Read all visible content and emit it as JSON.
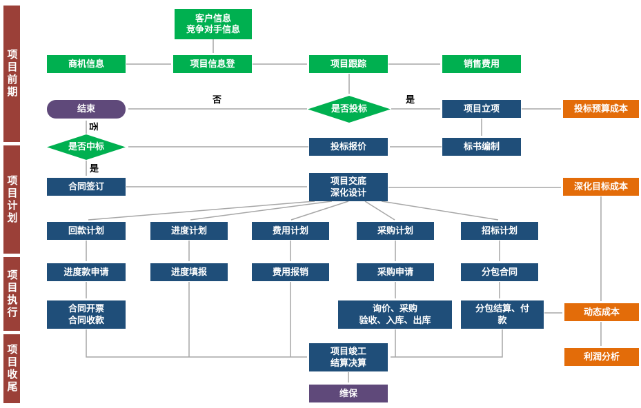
{
  "colors": {
    "phase_bar": "#9B4038",
    "green": "#00B050",
    "blue": "#1F4E79",
    "orange": "#E36C09",
    "purple": "#5F497A",
    "connector": "#A6A6A6",
    "background": "#FFFFFF",
    "branch_label": "#000000"
  },
  "sidebar": {
    "phases": [
      {
        "label": "项目前期"
      },
      {
        "label": "项目计划"
      },
      {
        "label": "项目执行"
      },
      {
        "label": "项目收尾"
      }
    ]
  },
  "labels": {
    "bid_no": "否",
    "bid_yes": "是",
    "win_no": "否",
    "win_yes": "是"
  },
  "nodes": {
    "customer_info": {
      "label": "客户信息\n竞争对手信息",
      "shape": "box",
      "color": "green"
    },
    "opportunity_info": {
      "label": "商机信息",
      "shape": "box",
      "color": "green"
    },
    "project_register": {
      "label": "项目信息登",
      "shape": "box",
      "color": "green"
    },
    "project_tracking": {
      "label": "项目跟踪",
      "shape": "box",
      "color": "green"
    },
    "sales_expense": {
      "label": "销售费用",
      "shape": "box",
      "color": "green"
    },
    "end": {
      "label": "结束",
      "shape": "rounded",
      "color": "purple"
    },
    "bid_decision": {
      "label": "是否投标",
      "shape": "diamond",
      "color": "green"
    },
    "project_approval": {
      "label": "项目立项",
      "shape": "box",
      "color": "blue"
    },
    "bid_budget_cost": {
      "label": "投标预算成本",
      "shape": "box",
      "color": "orange"
    },
    "win_decision": {
      "label": "是否中标",
      "shape": "diamond",
      "color": "green"
    },
    "bid_quote": {
      "label": "投标报价",
      "shape": "box",
      "color": "blue"
    },
    "bid_preparation": {
      "label": "标书编制",
      "shape": "box",
      "color": "blue"
    },
    "contract_signing": {
      "label": "合同签订",
      "shape": "box",
      "color": "blue"
    },
    "project_handover": {
      "label": "项目交底\n深化设计",
      "shape": "box",
      "color": "blue"
    },
    "target_cost": {
      "label": "深化目标成本",
      "shape": "box",
      "color": "orange"
    },
    "payment_plan": {
      "label": "回款计划",
      "shape": "box",
      "color": "blue"
    },
    "schedule_plan": {
      "label": "进度计划",
      "shape": "box",
      "color": "blue"
    },
    "expense_plan": {
      "label": "费用计划",
      "shape": "box",
      "color": "blue"
    },
    "procurement_plan": {
      "label": "采购计划",
      "shape": "box",
      "color": "blue"
    },
    "tender_plan": {
      "label": "招标计划",
      "shape": "box",
      "color": "blue"
    },
    "progress_payment_request": {
      "label": "进度款申请",
      "shape": "box",
      "color": "blue"
    },
    "progress_reporting": {
      "label": "进度填报",
      "shape": "box",
      "color": "blue"
    },
    "expense_reimbursement": {
      "label": "费用报销",
      "shape": "box",
      "color": "blue"
    },
    "purchase_request": {
      "label": "采购申请",
      "shape": "box",
      "color": "blue"
    },
    "subcontract_contract": {
      "label": "分包合同",
      "shape": "box",
      "color": "blue"
    },
    "invoice_collection": {
      "label": "合同开票\n合同收款",
      "shape": "box",
      "color": "blue"
    },
    "inquiry_purchase_warehouse": {
      "label": "询价、采购\n验收、入库、出库",
      "shape": "box",
      "color": "blue"
    },
    "subcontract_settlement": {
      "label": "分包结算、付\n款",
      "shape": "box",
      "color": "blue"
    },
    "project_completion": {
      "label": "项目竣工\n结算决算",
      "shape": "box",
      "color": "blue"
    },
    "dynamic_cost": {
      "label": "动态成本",
      "shape": "box",
      "color": "orange"
    },
    "profit_analysis": {
      "label": "利润分析",
      "shape": "box",
      "color": "orange"
    },
    "maintenance": {
      "label": "维保",
      "shape": "box",
      "color": "purple"
    }
  },
  "edges": [
    {
      "from": "customer_info",
      "to": "project_register"
    },
    {
      "from": "opportunity_info",
      "to": "project_register"
    },
    {
      "from": "project_register",
      "to": "project_tracking"
    },
    {
      "from": "project_tracking",
      "to": "sales_expense"
    },
    {
      "from": "project_tracking",
      "to": "bid_decision"
    },
    {
      "from": "bid_decision",
      "to": "end",
      "label": "否"
    },
    {
      "from": "bid_decision",
      "to": "project_approval",
      "label": "是"
    },
    {
      "from": "project_approval",
      "to": "bid_preparation"
    },
    {
      "from": "project_approval",
      "to": "bid_budget_cost"
    },
    {
      "from": "bid_preparation",
      "to": "bid_quote"
    },
    {
      "from": "bid_quote",
      "to": "win_decision"
    },
    {
      "from": "win_decision",
      "to": "end",
      "label": "否"
    },
    {
      "from": "win_decision",
      "to": "contract_signing",
      "label": "是"
    },
    {
      "from": "contract_signing",
      "to": "project_handover"
    },
    {
      "from": "project_handover",
      "to": "target_cost"
    },
    {
      "from": "project_handover",
      "to": "payment_plan"
    },
    {
      "from": "project_handover",
      "to": "schedule_plan"
    },
    {
      "from": "project_handover",
      "to": "expense_plan"
    },
    {
      "from": "project_handover",
      "to": "procurement_plan"
    },
    {
      "from": "project_handover",
      "to": "tender_plan"
    },
    {
      "from": "payment_plan",
      "to": "progress_payment_request"
    },
    {
      "from": "schedule_plan",
      "to": "progress_reporting"
    },
    {
      "from": "expense_plan",
      "to": "expense_reimbursement"
    },
    {
      "from": "procurement_plan",
      "to": "purchase_request"
    },
    {
      "from": "tender_plan",
      "to": "subcontract_contract"
    },
    {
      "from": "progress_payment_request",
      "to": "invoice_collection"
    },
    {
      "from": "purchase_request",
      "to": "inquiry_purchase_warehouse"
    },
    {
      "from": "subcontract_contract",
      "to": "subcontract_settlement"
    },
    {
      "from": "subcontract_settlement",
      "to": "dynamic_cost"
    },
    {
      "from": "target_cost",
      "to": "dynamic_cost"
    },
    {
      "from": "dynamic_cost",
      "to": "profit_analysis"
    },
    {
      "from": "invoice_collection",
      "to": "project_completion"
    },
    {
      "from": "progress_reporting",
      "to": "project_completion"
    },
    {
      "from": "expense_reimbursement",
      "to": "project_completion"
    },
    {
      "from": "inquiry_purchase_warehouse",
      "to": "project_completion"
    },
    {
      "from": "subcontract_settlement",
      "to": "project_completion"
    },
    {
      "from": "project_completion",
      "to": "maintenance"
    }
  ]
}
